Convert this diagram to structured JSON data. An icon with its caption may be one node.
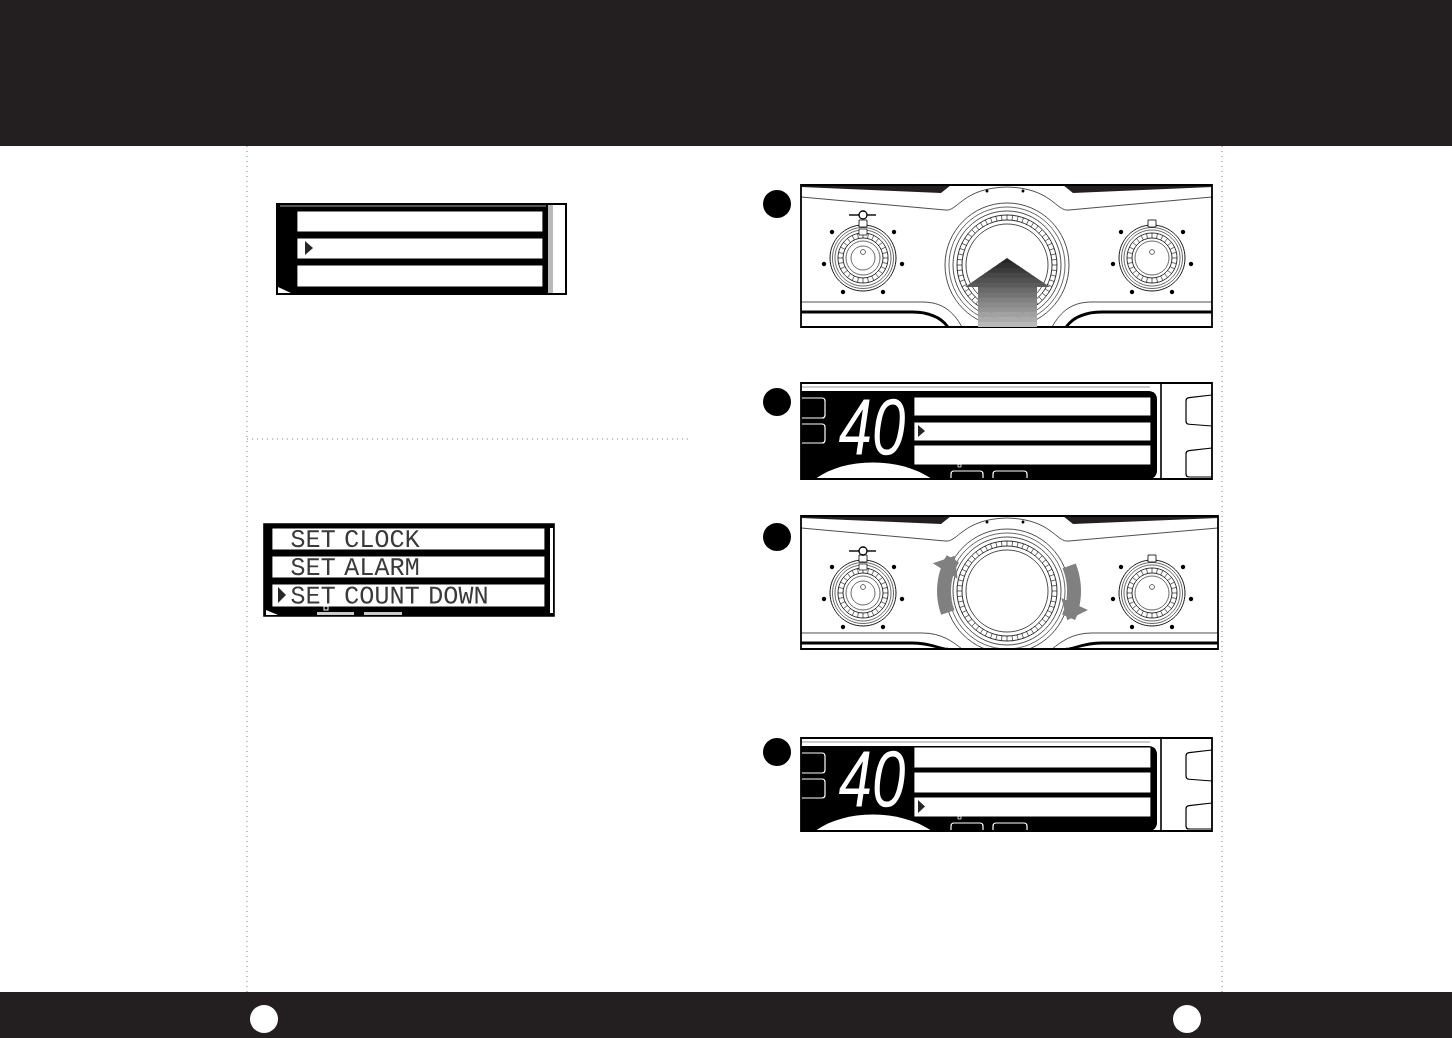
{
  "diagram": {
    "nodes": [
      {
        "text": [],
        "shape": "bar"
      },
      {
        "text": [],
        "shape": "bar"
      },
      {
        "text": [],
        "shape": "bar"
      },
      {
        "text": [
          "SET CLOCK"
        ]
      },
      {
        "text": [
          "SET ALARM"
        ]
      },
      {
        "text": [
          "SET COUNT DOWN"
        ]
      },
      {
        "text": [],
        "shape": "bar"
      },
      {
        "text": [],
        "shape": "bar"
      },
      {
        "text": [],
        "shape": "bar"
      },
      {
        "text": [],
        "shape": "bar"
      },
      {
        "text": [],
        "shape": "bar"
      },
      {
        "text": [],
        "shape": "bar"
      }
    ],
    "labels": [
      "40",
      "40"
    ]
  }
}
